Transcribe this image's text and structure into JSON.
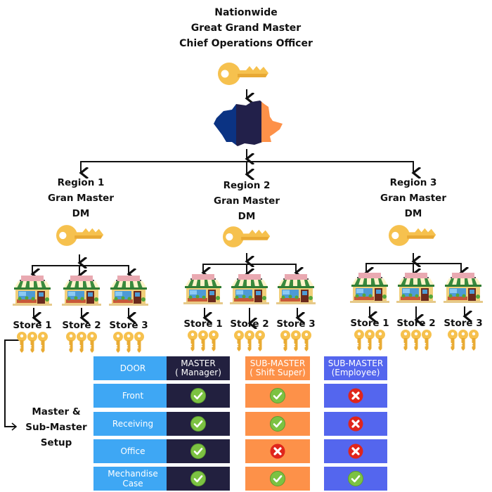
{
  "top": {
    "lines": [
      "Nationwide",
      "Great Grand Master",
      "Chief Operations Officer"
    ],
    "icons": [
      "gold-key-icon",
      "country-map-icon"
    ]
  },
  "regions": [
    {
      "lines": [
        "Region 1",
        "Gran Master",
        "DM"
      ],
      "stores": [
        "Store 1",
        "Store 2",
        "Store 3"
      ]
    },
    {
      "lines": [
        "Region 2",
        "Gran Master",
        "DM"
      ],
      "stores": [
        "Store 1",
        "Store 2",
        "Store 3"
      ]
    },
    {
      "lines": [
        "Region 3",
        "Gran Master",
        "DM"
      ],
      "stores": [
        "Store 1",
        "Store 2",
        "Store 3"
      ]
    }
  ],
  "setup": {
    "lines": [
      "Master &",
      "Sub-Master",
      "Setup"
    ]
  },
  "table": {
    "headers": [
      {
        "line1": "DOOR",
        "line2": ""
      },
      {
        "line1": "MASTER",
        "line2": "( Manager)"
      },
      {
        "line1": "SUB-MASTER",
        "line2": "( Shift Super)"
      },
      {
        "line1": "SUB-MASTER",
        "line2": "(Employee)"
      }
    ],
    "rows": [
      {
        "door": "Front",
        "master": true,
        "shift_super": true,
        "employee": false
      },
      {
        "door": "Receiving",
        "master": true,
        "shift_super": true,
        "employee": false
      },
      {
        "door": "Office",
        "master": true,
        "shift_super": false,
        "employee": false
      },
      {
        "door": "Mechandise Case",
        "master": true,
        "shift_super": true,
        "employee": true
      }
    ]
  },
  "colors": {
    "door": "#3ea7f4",
    "master": "#22203f",
    "shift_super": "#fd9149",
    "employee": "#5466ee",
    "key": "#f6c14e",
    "check": "#7cc242",
    "cross": "#e0251b",
    "map_left": "#0b3383",
    "map_mid": "#22204a",
    "map_right": "#fd9149"
  }
}
